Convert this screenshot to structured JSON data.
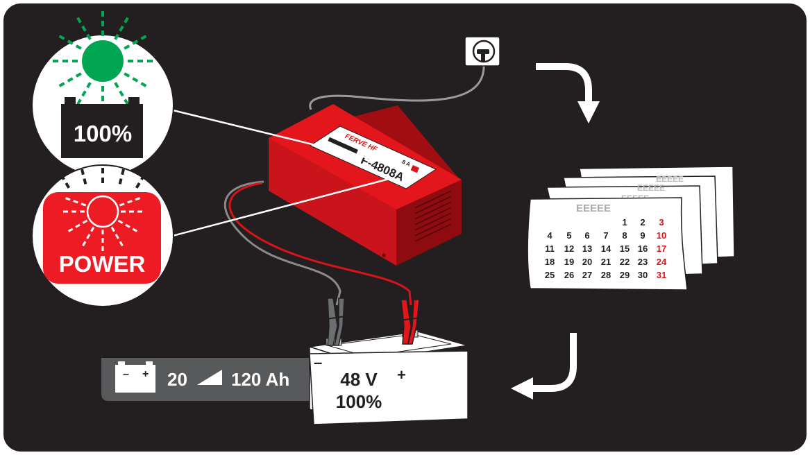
{
  "colors": {
    "background": "#231f20",
    "border": "#ffffff",
    "charger_red": "#e3161b",
    "charger_dark": "#8e0c10",
    "led_green": "#00a651",
    "led_red": "#ed1c24",
    "weekend_red": "#d7141a",
    "info_panel": "#58595b"
  },
  "indicator_charged": {
    "label": "100%",
    "led": "green",
    "icon": "battery-icon"
  },
  "indicator_power": {
    "label": "POWER",
    "led": "red",
    "icon": "power-led-icon"
  },
  "charger": {
    "brand": "FERVE HF",
    "model": "F-4808A",
    "rating": "8 A"
  },
  "outlet": {
    "icon": "power-outlet-icon"
  },
  "calendar": {
    "month_label": "EEEEE",
    "back_page_labels": [
      "EEEEE",
      "EEEEE",
      "EEEEE"
    ],
    "rows": [
      [
        {
          "d": "",
          "we": false
        },
        {
          "d": "",
          "we": false
        },
        {
          "d": "",
          "we": false
        },
        {
          "d": "",
          "we": false
        },
        {
          "d": "1",
          "we": false
        },
        {
          "d": "2",
          "we": false
        },
        {
          "d": "3",
          "we": true
        }
      ],
      [
        {
          "d": "4",
          "we": false
        },
        {
          "d": "5",
          "we": false
        },
        {
          "d": "6",
          "we": false
        },
        {
          "d": "7",
          "we": false
        },
        {
          "d": "8",
          "we": false
        },
        {
          "d": "9",
          "we": false
        },
        {
          "d": "10",
          "we": true
        }
      ],
      [
        {
          "d": "11",
          "we": false
        },
        {
          "d": "12",
          "we": false
        },
        {
          "d": "13",
          "we": false
        },
        {
          "d": "14",
          "we": false
        },
        {
          "d": "15",
          "we": false
        },
        {
          "d": "16",
          "we": false
        },
        {
          "d": "17",
          "we": true
        }
      ],
      [
        {
          "d": "18",
          "we": false
        },
        {
          "d": "19",
          "we": false
        },
        {
          "d": "20",
          "we": false
        },
        {
          "d": "21",
          "we": false
        },
        {
          "d": "22",
          "we": false
        },
        {
          "d": "23",
          "we": false
        },
        {
          "d": "24",
          "we": true
        }
      ],
      [
        {
          "d": "25",
          "we": false
        },
        {
          "d": "26",
          "we": false
        },
        {
          "d": "27",
          "we": false
        },
        {
          "d": "28",
          "we": false
        },
        {
          "d": "29",
          "we": false
        },
        {
          "d": "30",
          "we": false
        },
        {
          "d": "31",
          "we": true
        }
      ]
    ]
  },
  "battery": {
    "voltage": "48 V",
    "charge": "100%",
    "minus": "–",
    "plus": "+"
  },
  "capacity_panel": {
    "min": "20",
    "max": "120 Ah",
    "minus": "–",
    "plus": "+"
  }
}
